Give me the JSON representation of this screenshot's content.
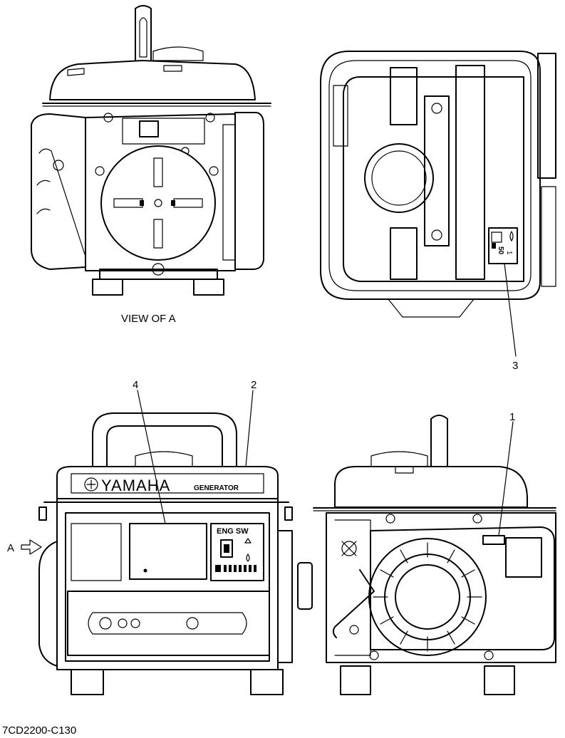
{
  "view_label": "VIEW OF A",
  "callouts": {
    "c1": "1",
    "c2": "2",
    "c3": "3",
    "c4": "4",
    "arrow_a": "A"
  },
  "brand_text": "YAMAHA",
  "generator_text": "GENERATOR",
  "switch_panel_title": "ENG SW",
  "decal_text_1": "1",
  "decal_text_50": "50",
  "figure_code": "7CD2200-C130"
}
